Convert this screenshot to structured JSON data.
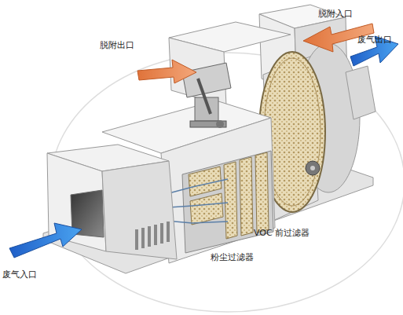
{
  "diagram": {
    "labels": [
      "脱附入口",
      "废气出口",
      "脱附出口",
      "VOC 前过滤器",
      "粉尘过滤器",
      "废气入口"
    ]
  }
}
